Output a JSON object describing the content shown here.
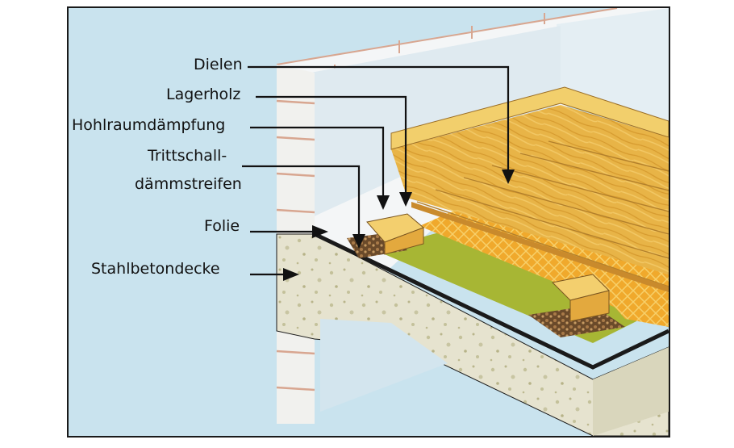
{
  "labels": {
    "dielen": "Dielen",
    "lagerholz": "Lagerholz",
    "hohlraum": "Hohlraumdämpfung",
    "trittschall_1": "Trittschall-",
    "trittschall_2": "dämmstreifen",
    "folie": "Folie",
    "decke": "Stahlbetondecke"
  },
  "colors": {
    "background": "#c9e3ee",
    "wood": "#e8b447",
    "wood_light": "#f3cf6e",
    "insulation": "#f0a92c",
    "concrete": "#e6e3cf",
    "foil_green": "#a7b634",
    "wall": "#f4f6f7",
    "brick_line": "#d8a690",
    "outline": "#1a1a1a"
  }
}
